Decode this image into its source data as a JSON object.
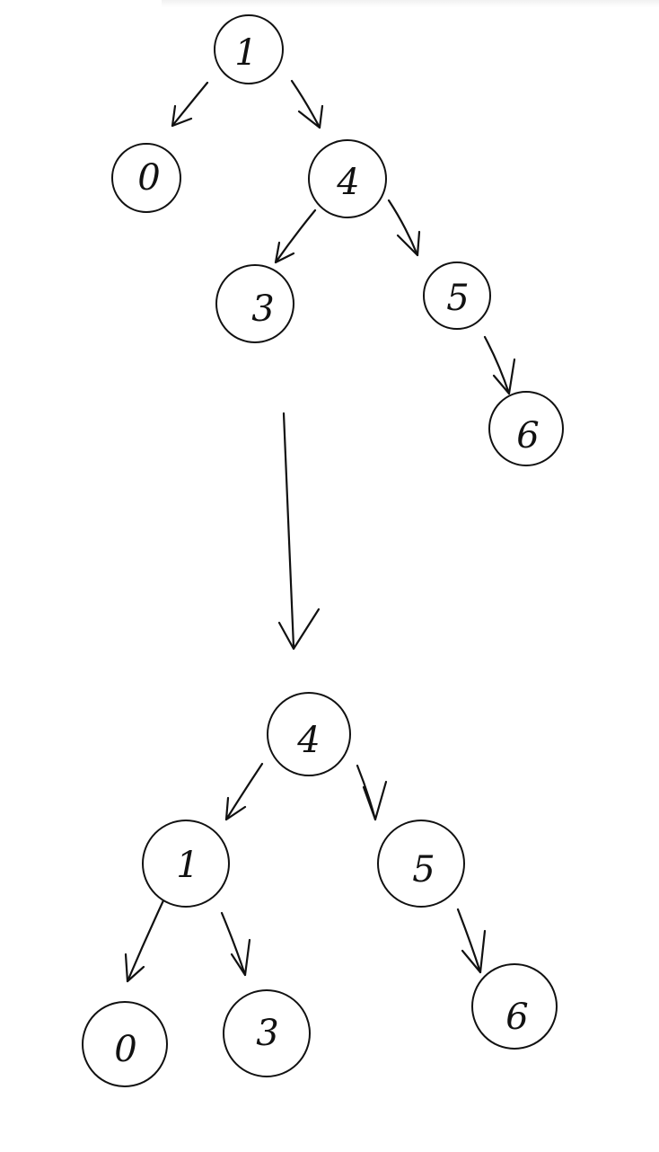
{
  "before_tree": {
    "nodes": [
      {
        "id": "b1",
        "label": "1"
      },
      {
        "id": "b0",
        "label": "0"
      },
      {
        "id": "b4",
        "label": "4"
      },
      {
        "id": "b3",
        "label": "3"
      },
      {
        "id": "b5",
        "label": "5"
      },
      {
        "id": "b6",
        "label": "6"
      }
    ],
    "edges": [
      {
        "from": "1",
        "to": "0"
      },
      {
        "from": "1",
        "to": "4"
      },
      {
        "from": "4",
        "to": "3"
      },
      {
        "from": "4",
        "to": "5"
      },
      {
        "from": "5",
        "to": "6"
      }
    ]
  },
  "after_tree": {
    "nodes": [
      {
        "id": "a4",
        "label": "4"
      },
      {
        "id": "a1",
        "label": "1"
      },
      {
        "id": "a5",
        "label": "5"
      },
      {
        "id": "a0",
        "label": "0"
      },
      {
        "id": "a3",
        "label": "3"
      },
      {
        "id": "a6",
        "label": "6"
      }
    ],
    "edges": [
      {
        "from": "4",
        "to": "1"
      },
      {
        "from": "4",
        "to": "5"
      },
      {
        "from": "1",
        "to": "0"
      },
      {
        "from": "1",
        "to": "3"
      },
      {
        "from": "5",
        "to": "6"
      }
    ]
  }
}
